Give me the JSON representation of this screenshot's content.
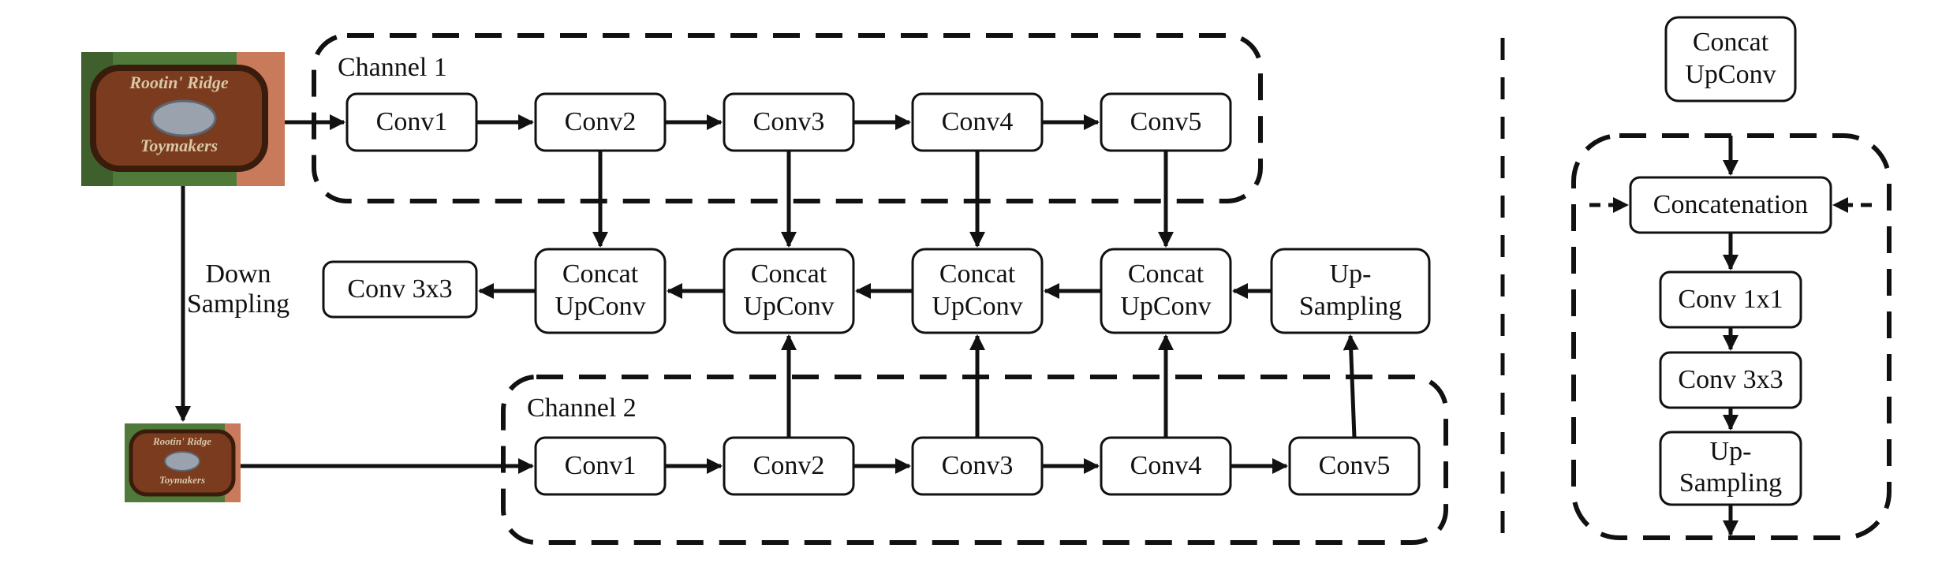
{
  "channel1": {
    "title": "Channel 1",
    "convs": [
      "Conv1",
      "Conv2",
      "Conv3",
      "Conv4",
      "Conv5"
    ]
  },
  "channel2": {
    "title": "Channel 2",
    "convs": [
      "Conv1",
      "Conv2",
      "Conv3",
      "Conv4",
      "Conv5"
    ]
  },
  "middle": {
    "concat_upconv": [
      "Concat",
      "UpConv"
    ],
    "upsampling": [
      "Up-",
      "Sampling"
    ],
    "final_conv": "Conv 3x3"
  },
  "down_sampling": [
    "Down",
    "Sampling"
  ],
  "legend": {
    "title": [
      "Concat",
      "UpConv"
    ],
    "steps": [
      [
        "Concatenation"
      ],
      [
        "Conv 1x1"
      ],
      [
        "Conv 3x3"
      ],
      [
        "Up-",
        "Sampling"
      ]
    ]
  },
  "images": {
    "sign_text": [
      "Rootin' Ridge",
      "Toymakers"
    ]
  },
  "colors": {
    "stroke": "#111111",
    "sign_wood": "#7a3b1e",
    "sign_border": "#3a1c0c",
    "sign_letters": "#d9c7a7",
    "foliage": "#4f7a3a",
    "wall": "#c97a5a"
  }
}
